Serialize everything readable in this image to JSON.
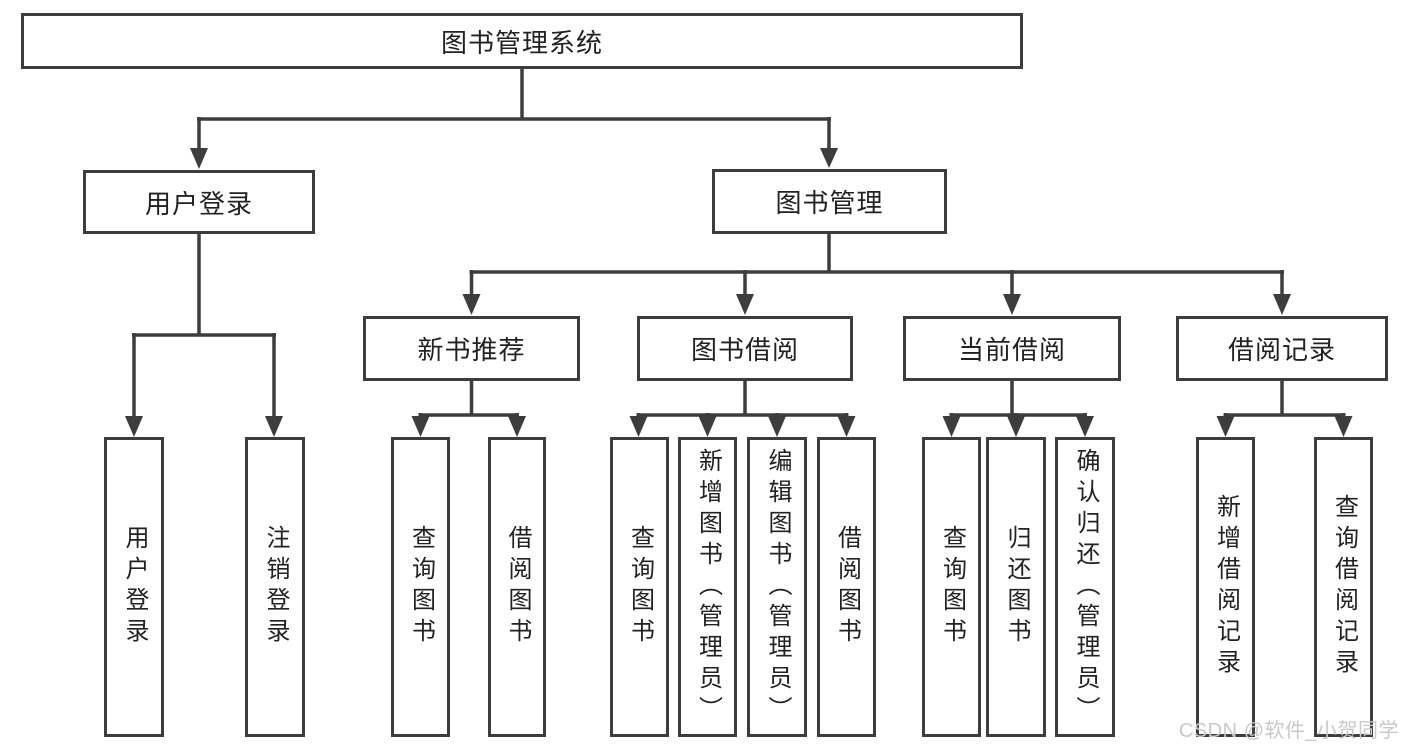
{
  "diagram": {
    "title": "图书管理系统",
    "branches": [
      {
        "label": "用户登录",
        "children": [
          "用户登录",
          "注销登录"
        ]
      },
      {
        "label": "图书管理",
        "sections": [
          {
            "label": "新书推荐",
            "children": [
              "查询图书",
              "借阅图书"
            ]
          },
          {
            "label": "图书借阅",
            "children": [
              "查询图书",
              "新增图书（管理员）",
              "编辑图书（管理员）",
              "借阅图书"
            ]
          },
          {
            "label": "当前借阅",
            "children": [
              "查询图书",
              "归还图书",
              "确认归还（管理员）"
            ]
          },
          {
            "label": "借阅记录",
            "children": [
              "新增借阅记录",
              "查询借阅记录"
            ]
          }
        ]
      }
    ]
  },
  "watermark": {
    "text": "CSDN @软件_小贺同学"
  },
  "colors": {
    "line": "#3d3d3d",
    "text": "#222222",
    "watermark": "#c9c9c9",
    "background": "#ffffff"
  }
}
